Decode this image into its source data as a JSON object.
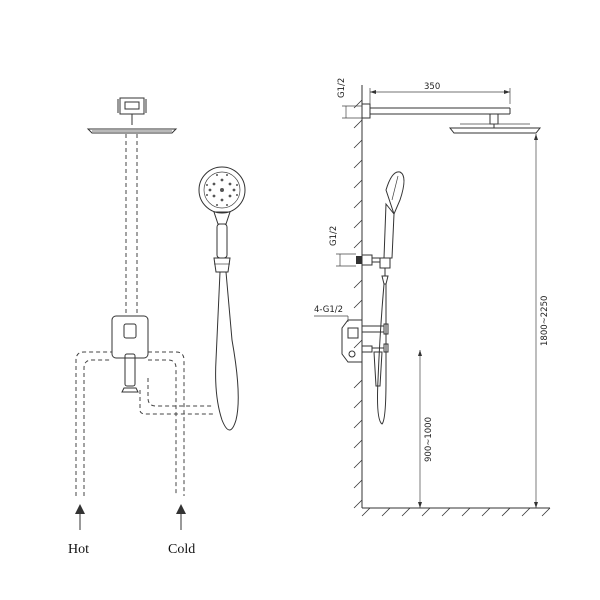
{
  "labels": {
    "hot": "Hot",
    "cold": "Cold"
  },
  "dimensions": {
    "arm_length": "350",
    "arm_thread": "G1/2",
    "outlet_thread": "G1/2",
    "valve_thread": "4-G1/2",
    "head_height": "1800~2250",
    "valve_height": "900~1000"
  },
  "colors": {
    "line": "#333333",
    "background": "#ffffff"
  }
}
